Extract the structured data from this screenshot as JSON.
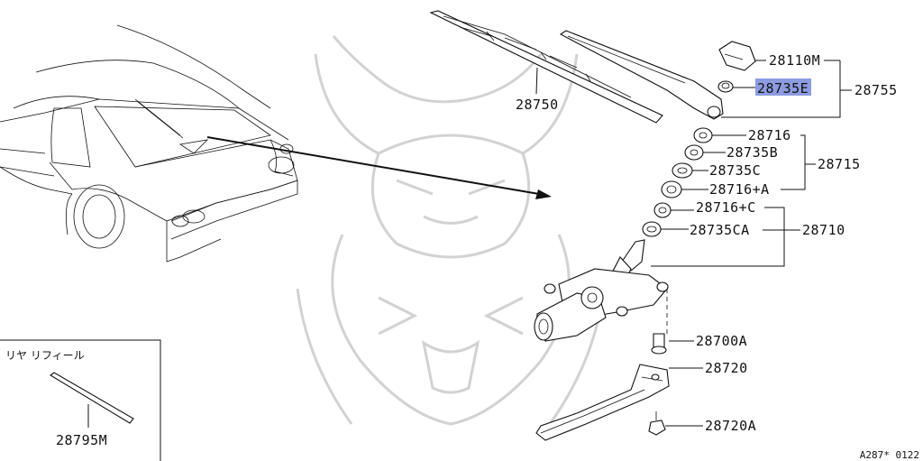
{
  "parts": {
    "p28750": "28750",
    "p28110M": "28110M",
    "p28735E": "28735E",
    "p28755": "28755",
    "p28716": "28716",
    "p28735B": "28735B",
    "p28735C": "28735C",
    "p28715": "28715",
    "p28716A": "28716+A",
    "p28716C": "28716+C",
    "p28735CA": "28735CA",
    "p28710": "28710",
    "p28700A": "28700A",
    "p28720": "28720",
    "p28720A": "28720A",
    "p28795M": "28795M"
  },
  "inset_title": "リヤ リフィール",
  "diagram_code": "A287* 0122",
  "highlight_color": "#8d9be0"
}
